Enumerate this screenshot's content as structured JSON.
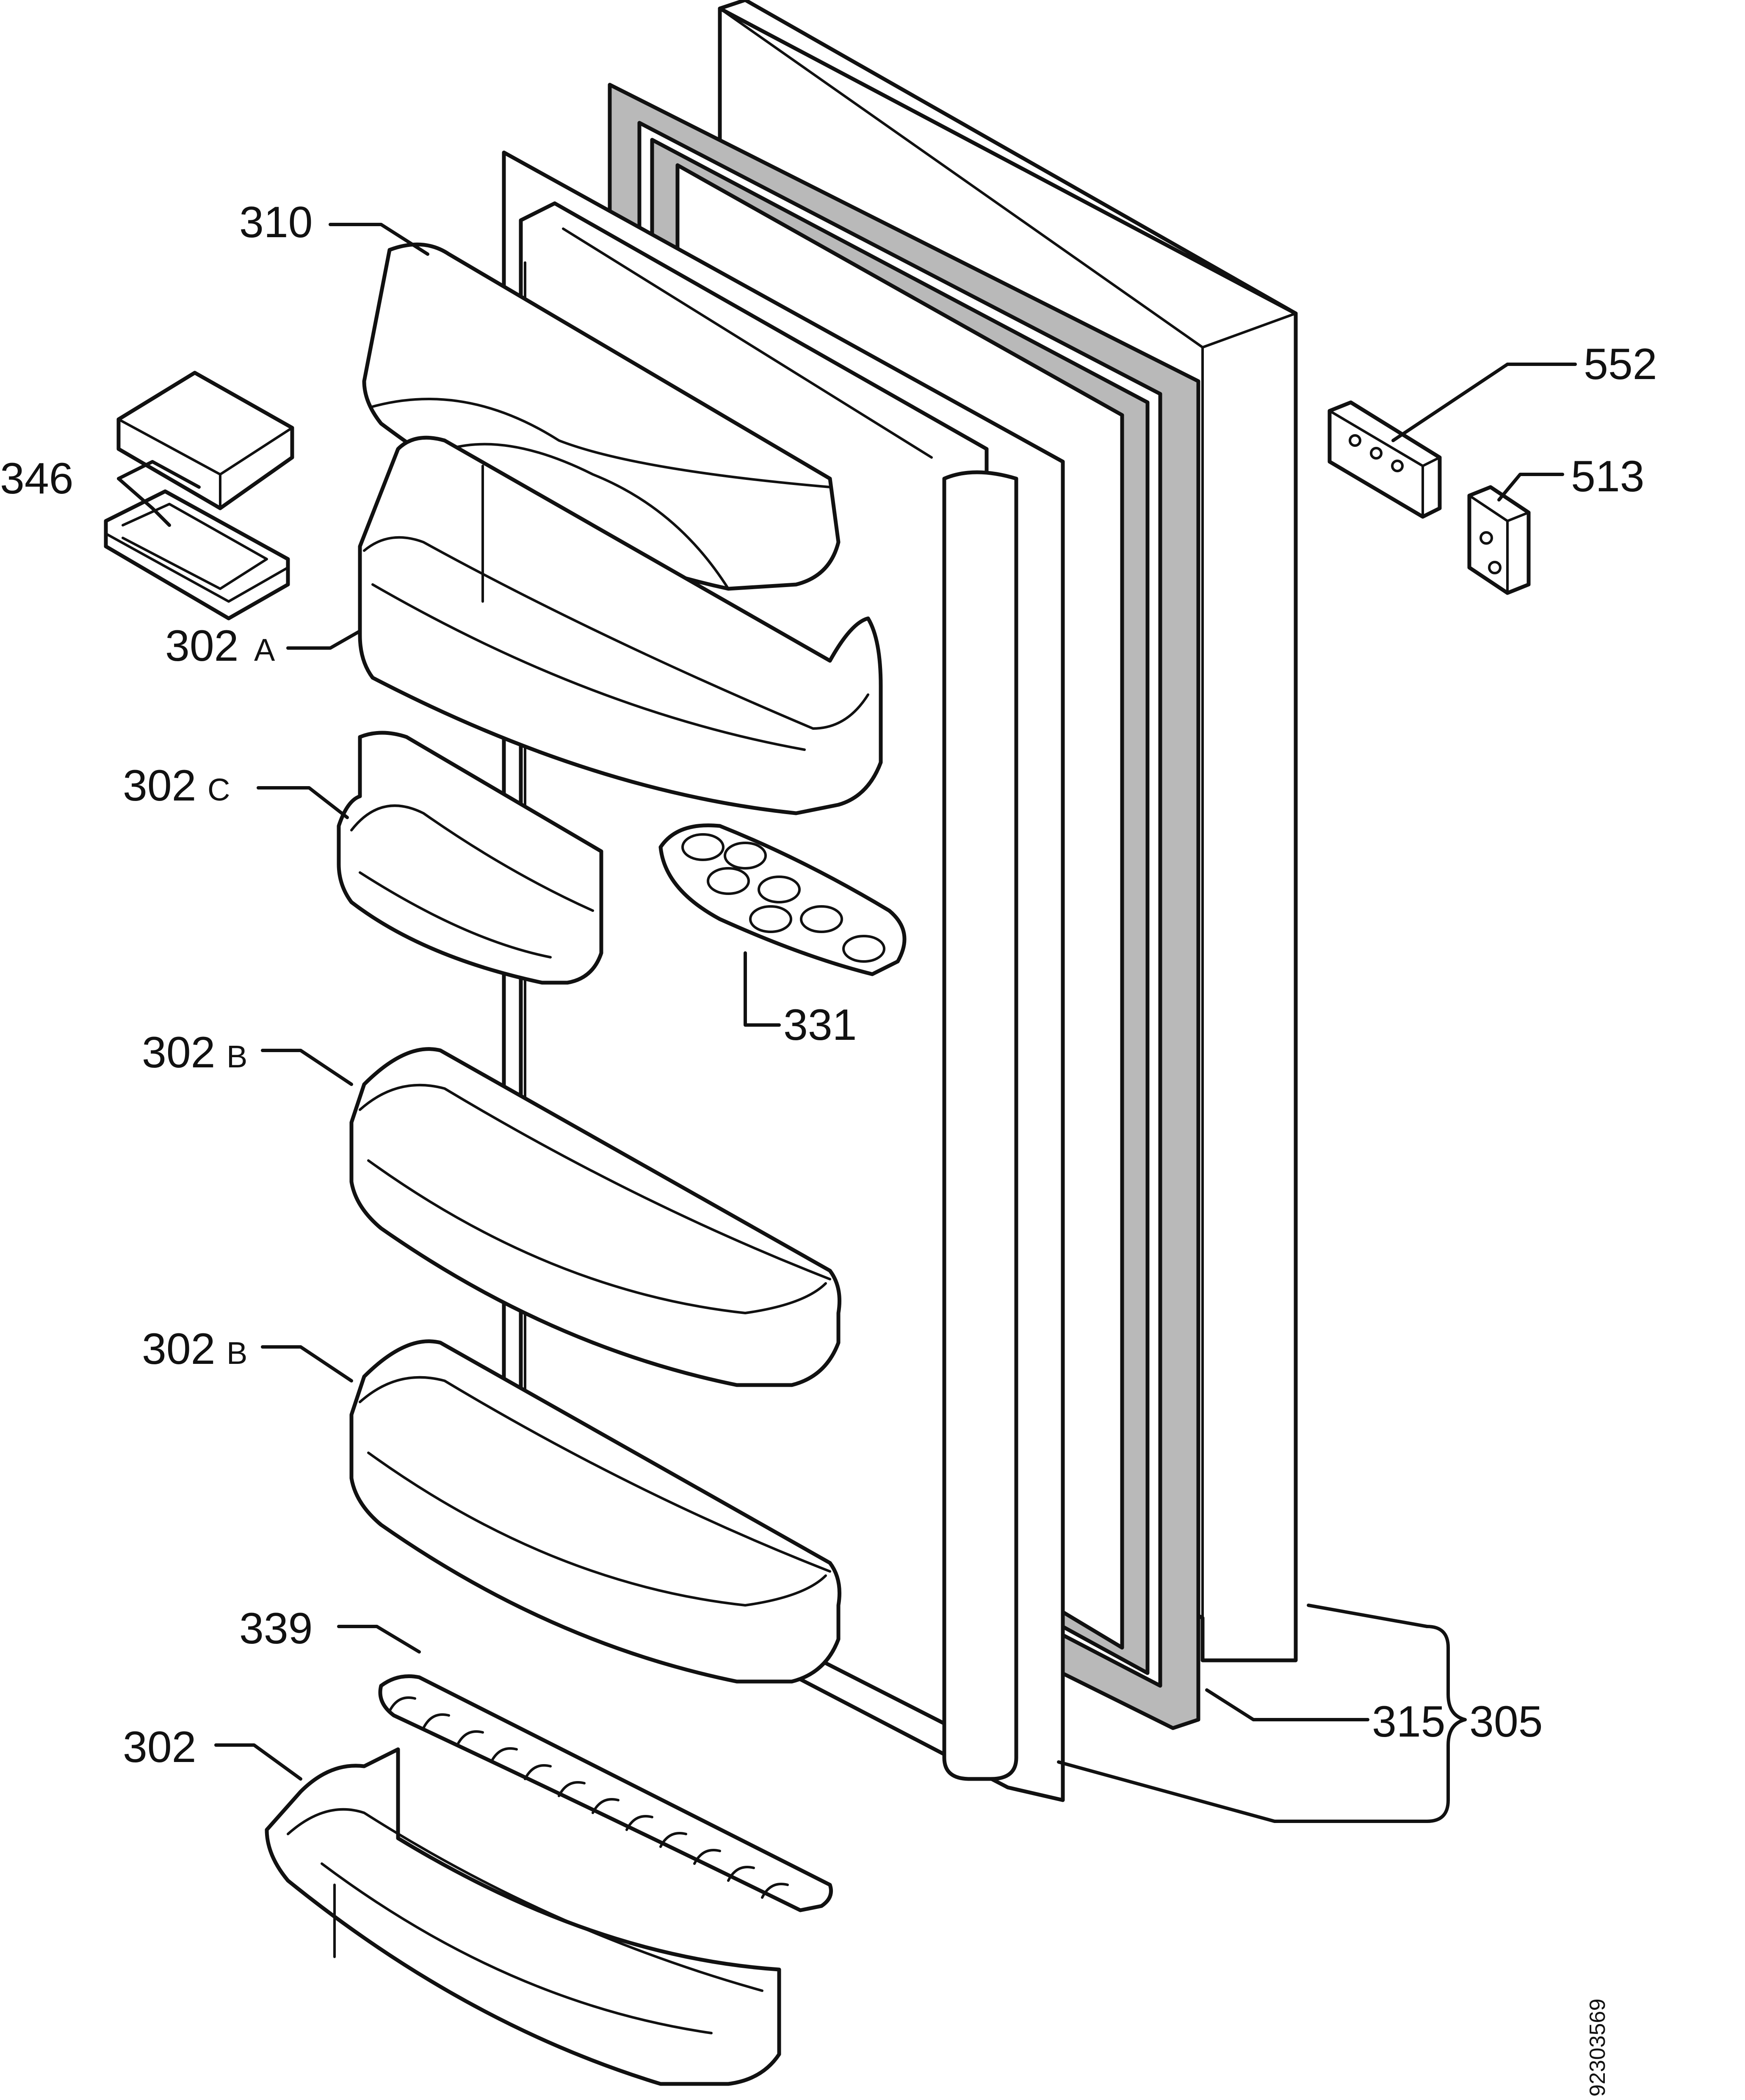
{
  "labels": {
    "p310": "310",
    "p346": "346",
    "p302a_num": "302",
    "p302a_suffix": "A",
    "p302c_num": "302",
    "p302c_suffix": "C",
    "p331": "331",
    "p302b1_num": "302",
    "p302b1_suffix": "B",
    "p302b2_num": "302",
    "p302b2_suffix": "B",
    "p339": "339",
    "p302": "302",
    "p552": "552",
    "p513": "513",
    "p315": "315",
    "p305": "305"
  },
  "document_number": "92303569"
}
